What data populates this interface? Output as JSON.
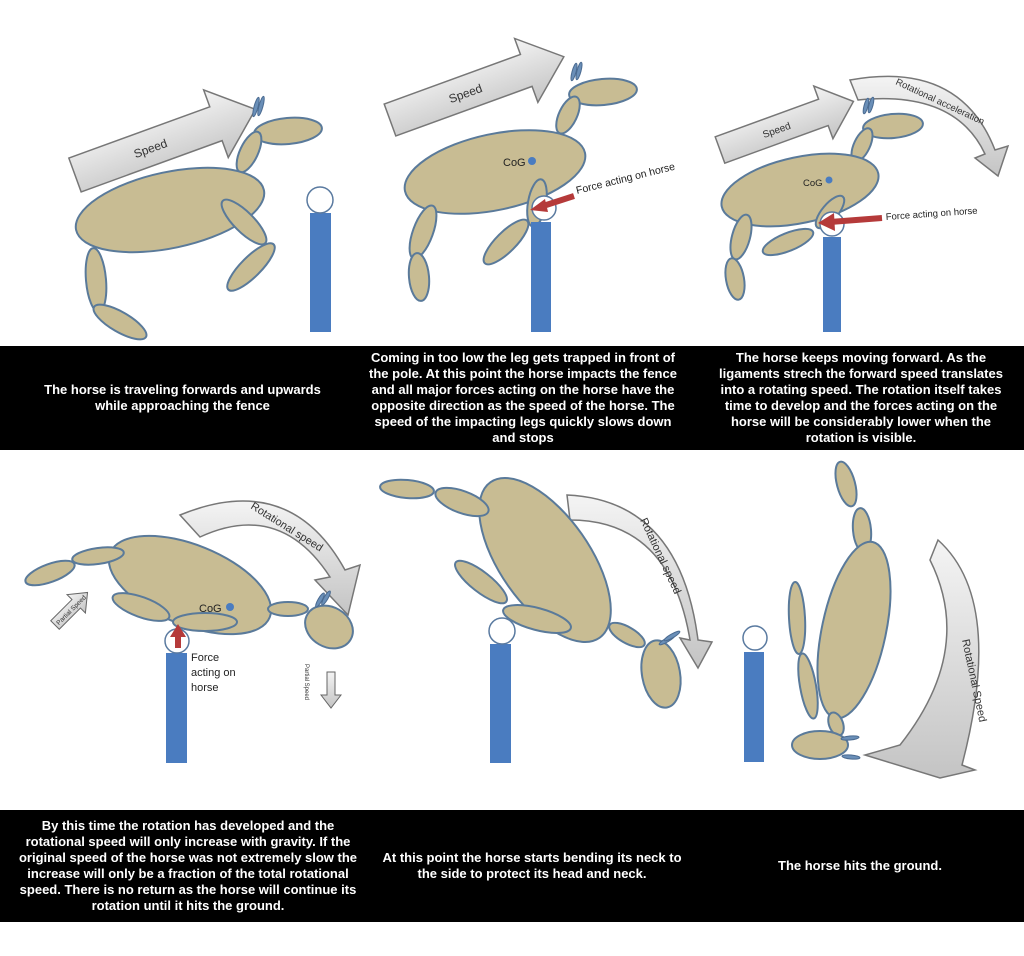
{
  "panels": [
    {
      "id": "p1",
      "arrow_label": "Speed",
      "caption": "The horse is traveling forwards and upwards while approaching the fence"
    },
    {
      "id": "p2",
      "arrow_label": "Speed",
      "cog_label": "CoG",
      "force_label": "Force acting on horse",
      "caption": "Coming in too low the leg gets trapped in front of the pole. At this point the horse impacts the fence and all major forces acting on the horse have the opposite direction as the speed of the horse. The speed of the impacting legs quickly slows down and stops"
    },
    {
      "id": "p3",
      "arrow_label": "Speed",
      "rot_label": "Rotational acceleration",
      "cog_label": "CoG",
      "force_label": "Force acting on horse",
      "caption": "The horse keeps moving forward. As the ligaments strech the forward speed translates into a rotating speed. The rotation itself takes time to develop and the forces acting on the horse will be considerably lower when the rotation is visible."
    },
    {
      "id": "p4",
      "rot_label": "Rotational speed",
      "cog_label": "CoG",
      "partial_label": "Partial Speed",
      "force_line1": "Force",
      "force_line2": "acting on",
      "force_line3": "horse",
      "caption": "By this time the rotation has developed and the rotational speed will only increase with gravity. If the original speed of the horse was not extremely slow the increase will only be a fraction of the total rotational speed. There is no return as the horse will continue its rotation until it hits the ground."
    },
    {
      "id": "p5",
      "rot_label": "Rotational speed",
      "caption": "At this point the horse starts bending its neck to the side to protect its head and neck."
    },
    {
      "id": "p6",
      "rot_label": "Rotational Speed",
      "caption": "The horse hits the ground."
    }
  ],
  "colors": {
    "horse": "#c8bc93",
    "pole": "#4a7cc0",
    "force_arrow": "#b53a3a",
    "caption_band": "#000000"
  }
}
